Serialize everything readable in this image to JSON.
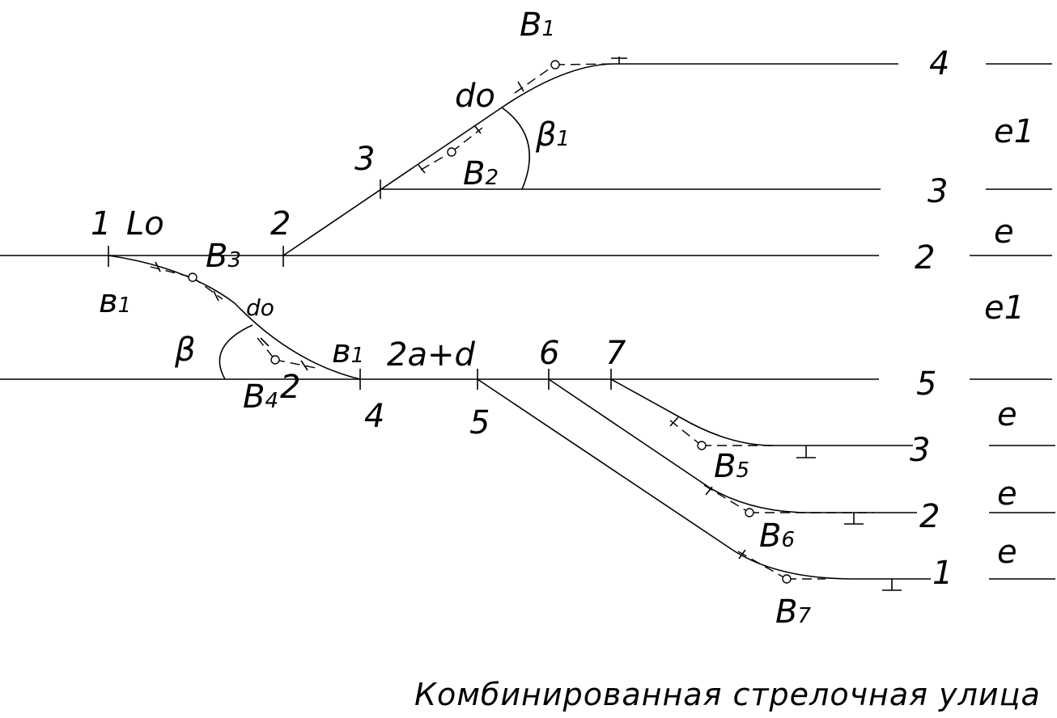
{
  "diagram": {
    "caption": "Комбинированная стрелочная улица",
    "colors": {
      "line": "#000000",
      "background": "#ffffff"
    },
    "node_labels": {
      "n1": "1",
      "n2": "2",
      "n3": "3",
      "n4": "4",
      "n5": "5",
      "n6": "6",
      "n7": "7"
    },
    "track_numbers": {
      "t4": "4",
      "t3": "3",
      "t2": "2",
      "t5": "5",
      "t3b": "3",
      "t2b": "2",
      "t1b": "1"
    },
    "spacing_labels": [
      "e1",
      "e",
      "e1",
      "e",
      "e",
      "e"
    ],
    "dimension_labels": {
      "lo": "Lo",
      "do_upper": "do",
      "do_lower": "do",
      "two_a_d": "2a+d",
      "beta": "β",
      "beta1": "β",
      "beta1_sub": "1",
      "b1_left": "в",
      "b1_left_sub": "1",
      "b1_mid": "в",
      "b1_mid_sub": "1",
      "two_near_b4": "2"
    },
    "curve_labels": {
      "B1": {
        "main": "B",
        "sub": "1"
      },
      "B2": {
        "main": "B",
        "sub": "2"
      },
      "B3": {
        "main": "B",
        "sub": "3"
      },
      "B4": {
        "main": "B",
        "sub": "4"
      },
      "B5": {
        "main": "B",
        "sub": "5"
      },
      "B6": {
        "main": "B",
        "sub": "6"
      },
      "B7": {
        "main": "B",
        "sub": "7"
      }
    }
  }
}
